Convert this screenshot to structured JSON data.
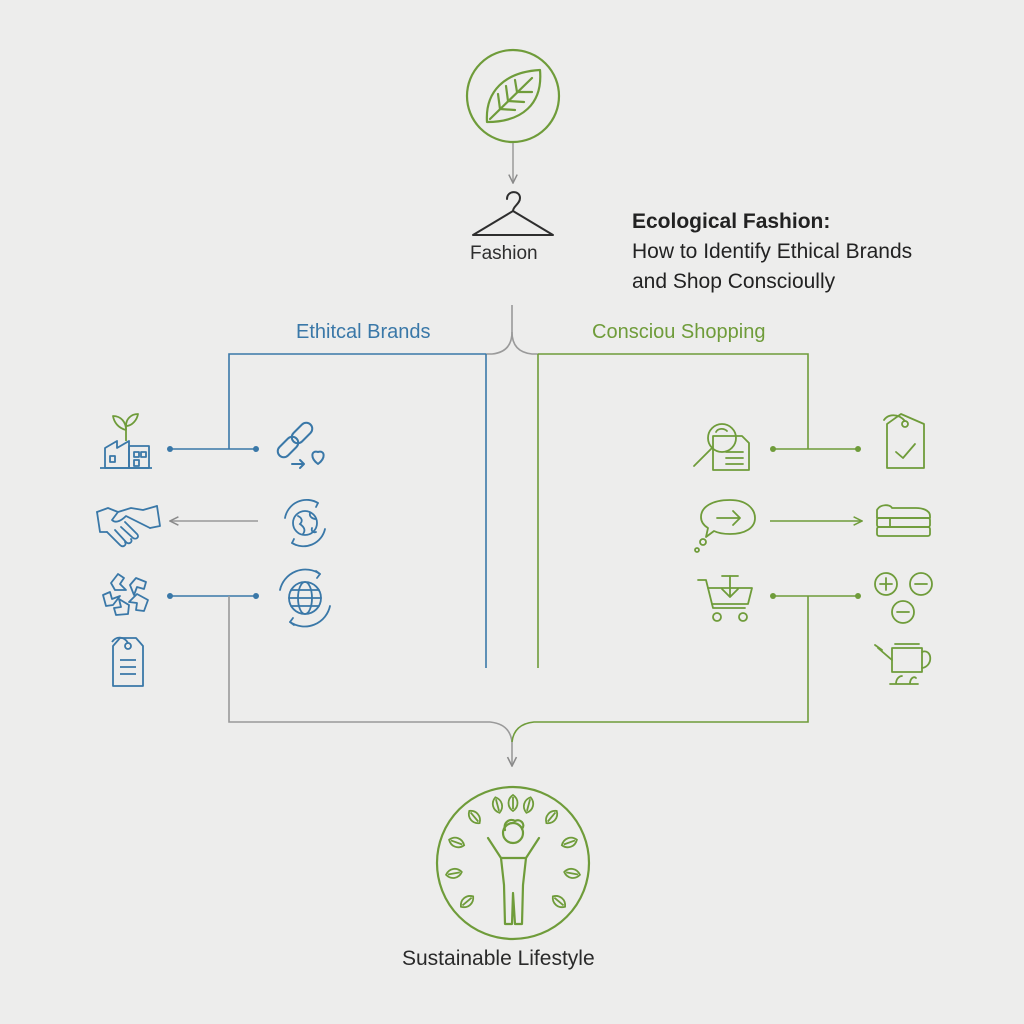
{
  "colors": {
    "blue": "#3a78a8",
    "green": "#6f9c3a",
    "gray": "#9a9a9a",
    "dark": "#2e2e2e",
    "background": "#ededec"
  },
  "diagram": {
    "title_bold": "Ecological Fashion:",
    "title_line2": "How to Identify Ethical Brands",
    "title_line3": "and Shop Conscioully",
    "top_icon": "leaf-icon",
    "fashion_icon": "hanger-icon",
    "fashion_label": "Fashion",
    "left_branch_label": "Ethitcal Brands",
    "right_branch_label": "Consciou Shopping",
    "result_icon": "person-with-leaves-icon",
    "result_label": "Sustainable Lifestyle",
    "left_icons": [
      "factory-with-plant-icon",
      "chain-link-heart-icon",
      "handshake-icon",
      "rotating-globe-icon",
      "recycle-arrows-icon",
      "globe-cycle-icon",
      "info-tag-icon"
    ],
    "right_icons": [
      "magnifier-document-icon",
      "checked-price-tag-icon",
      "speech-bubble-arrow-icon",
      "folded-clothes-icon",
      "shopping-cart-download-icon",
      "plus-minus-circles-icon",
      "watering-can-icon"
    ]
  }
}
